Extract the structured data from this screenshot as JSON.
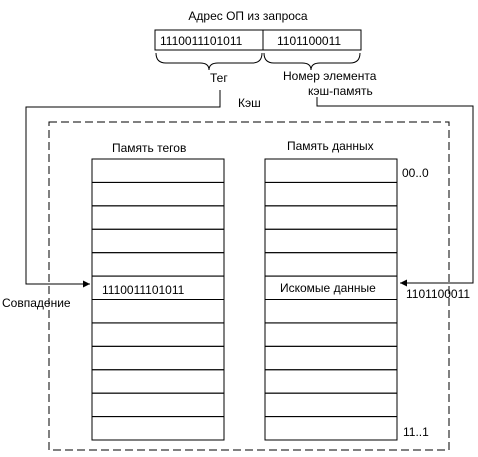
{
  "address": {
    "title": "Адрес ОП из запроса",
    "tag_value": "1110011101011",
    "index_value": "1101100011",
    "tag_label": "Тег",
    "index_label_line1": "Номер элемента",
    "index_label_line2": "кэш-память"
  },
  "cache": {
    "label": "Кэш",
    "tag_memory_title": "Память тегов",
    "data_memory_title": "Память данных",
    "row_count": 12,
    "match_row": 5,
    "matched_tag": "1110011101011",
    "found_data": "Искомые данные",
    "first_address": "00..0",
    "last_address": "11..1",
    "incoming_index": "1101100011",
    "match_label": "Совпадение"
  }
}
